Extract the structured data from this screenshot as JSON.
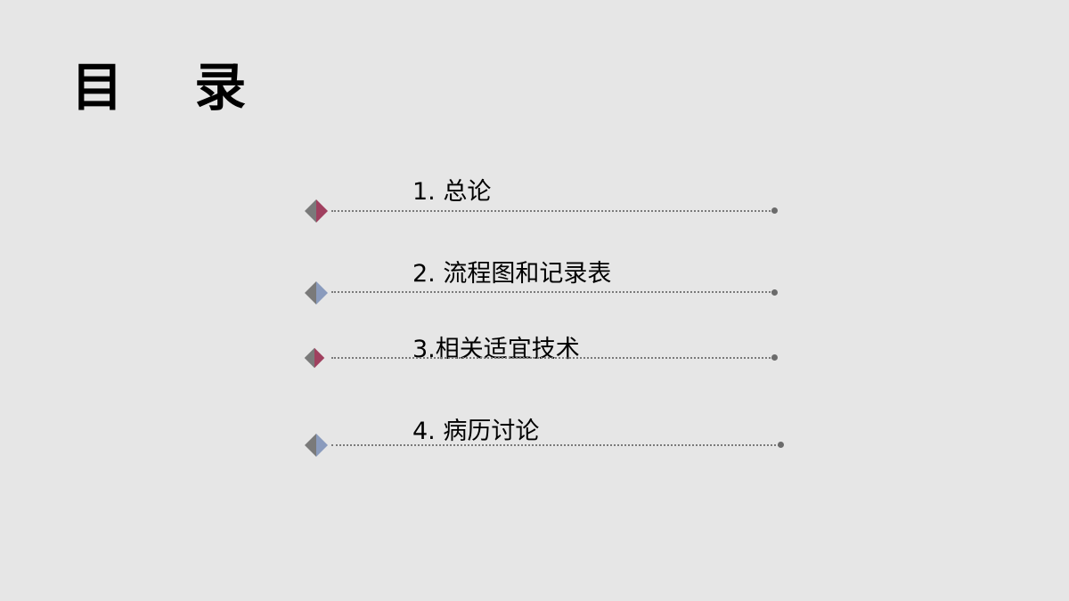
{
  "slide": {
    "title": "目 录",
    "items": [
      {
        "label": "1. 总论",
        "accent": "#a0405f"
      },
      {
        "label": "2. 流程图和记录表",
        "accent": "#8a9bbd"
      },
      {
        "label": "3.相关适宜技术",
        "accent": "#a0405f"
      },
      {
        "label": "4. 病历讨论",
        "accent": "#8a9bbd"
      }
    ]
  },
  "colors": {
    "background": "#e6e6e6",
    "diamond_gray": "#7a7a7a",
    "dotted_line": "#7a7a7a"
  }
}
